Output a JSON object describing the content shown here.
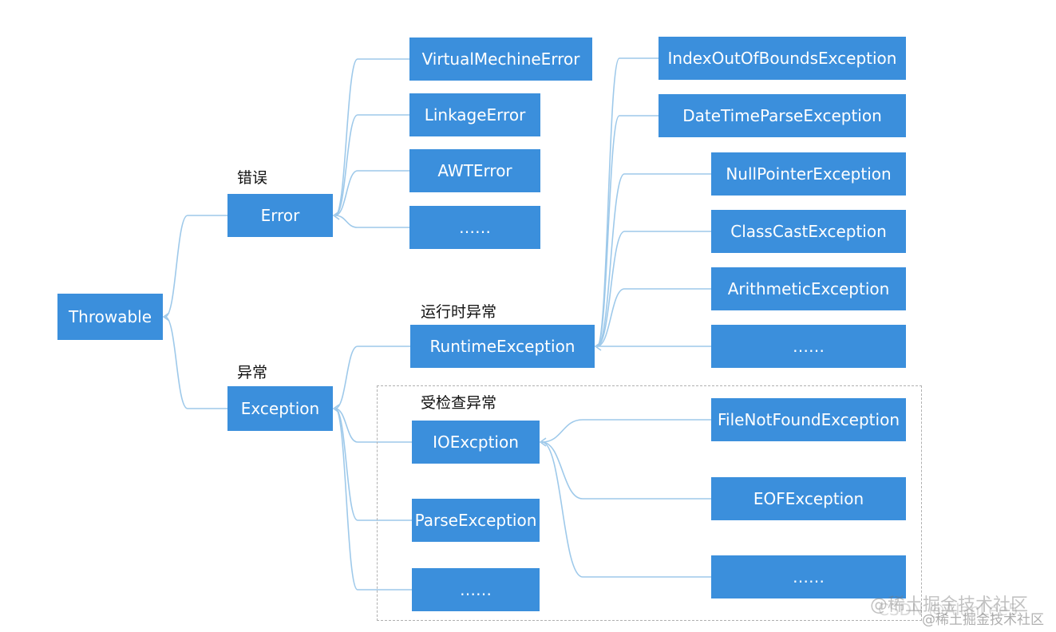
{
  "colors": {
    "node_fill": "#3b8fdc",
    "edge": "#9ec9ea",
    "text": "#ffffff"
  },
  "labels": {
    "error_cn": "错误",
    "exception_cn": "异常",
    "runtime_cn": "运行时异常",
    "checked_cn": "受检查异常"
  },
  "nodes": {
    "throwable": "Throwable",
    "error": "Error",
    "exception": "Exception",
    "virtual_error": "VirtualMechineError",
    "linkage_error": "LinkageError",
    "awt_error": "AWTError",
    "error_more": "……",
    "runtime": "RuntimeException",
    "index_oob": "IndexOutOfBoundsException",
    "datetime_parse": "DateTimeParseException",
    "null_pointer": "NullPointerException",
    "class_cast": "ClassCastException",
    "arithmetic": "ArithmeticException",
    "runtime_more": "……",
    "io": "IOExcption",
    "parse": "ParseException",
    "exception_more": "……",
    "file_not_found": "FileNotFoundException",
    "eof": "EOFException",
    "io_more": "……"
  },
  "watermark": {
    "line1": "@稀土掘金技术社区",
    "line2": "CSDN @AlanLee5",
    "line3": "@稀土掘金技术社区"
  }
}
